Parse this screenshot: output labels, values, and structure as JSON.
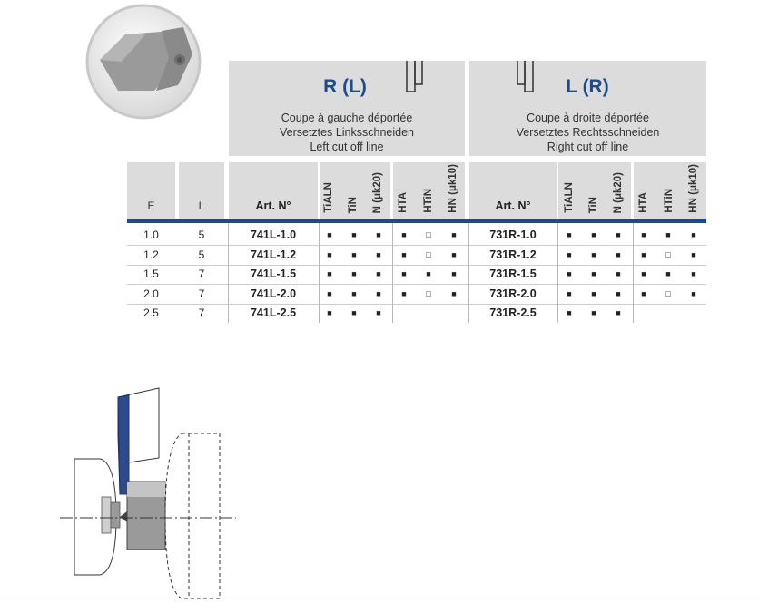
{
  "header": {
    "left": {
      "title": "R (L)",
      "lines": [
        "Coupe à gauche déportée",
        "Versetztes Linksschneiden",
        "Left cut off line"
      ]
    },
    "right": {
      "title": "L (R)",
      "lines": [
        "Coupe à droite déportée",
        "Versetztes Rechtsschneiden",
        "Right cut off line"
      ]
    }
  },
  "columns": {
    "e": "E",
    "l": "L",
    "art": "Art. N°",
    "coatings": [
      "TiALN",
      "TiN",
      "N (μk20)",
      "HTA",
      "HTiN",
      "HN (μk10)"
    ]
  },
  "symbols": {
    "filled": "■",
    "empty": "□"
  },
  "rows": [
    {
      "e": "1.0",
      "l": "5",
      "left_art": "741L-1.0",
      "left": [
        "■",
        "■",
        "■",
        "■",
        "□",
        "■"
      ],
      "right_art": "731R-1.0",
      "right": [
        "■",
        "■",
        "■",
        "■",
        "■",
        "■"
      ]
    },
    {
      "e": "1.2",
      "l": "5",
      "left_art": "741L-1.2",
      "left": [
        "■",
        "■",
        "■",
        "■",
        "□",
        "■"
      ],
      "right_art": "731R-1.2",
      "right": [
        "■",
        "■",
        "■",
        "■",
        "□",
        "■"
      ]
    },
    {
      "e": "1.5",
      "l": "7",
      "left_art": "741L-1.5",
      "left": [
        "■",
        "■",
        "■",
        "■",
        "■",
        "■"
      ],
      "right_art": "731R-1.5",
      "right": [
        "■",
        "■",
        "■",
        "■",
        "■",
        "■"
      ]
    },
    {
      "e": "2.0",
      "l": "7",
      "left_art": "741L-2.0",
      "left": [
        "■",
        "■",
        "■",
        "■",
        "□",
        "■"
      ],
      "right_art": "731R-2.0",
      "right": [
        "■",
        "■",
        "■",
        "■",
        "□",
        "■"
      ]
    },
    {
      "e": "2.5",
      "l": "7",
      "left_art": "741L-2.5",
      "left": [
        "■",
        "■",
        "■",
        "",
        "",
        ""
      ],
      "right_art": "731R-2.5",
      "right": [
        "■",
        "■",
        "■",
        "",
        "",
        ""
      ]
    }
  ],
  "colors": {
    "accent": "#1f4a8a",
    "header_bg": "#dcdcdc"
  }
}
